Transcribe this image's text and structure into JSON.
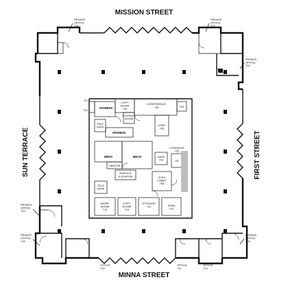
{
  "streets": {
    "top": "MISSION STREET",
    "bottom": "MINNA STREET",
    "left": "SUN TERRACE",
    "right": "FIRST STREET"
  },
  "rooms": {
    "private_office_724": [
      "PRIVATE",
      "OFFICE",
      "724"
    ],
    "private_office_701": [
      "PRIVATE",
      "OFFICE",
      "701"
    ],
    "private_office_702": [
      "PRIVATE",
      "OFFICE",
      "702"
    ],
    "private_office_720": [
      "PRIVATE",
      "OFFICE",
      "720"
    ],
    "private_office_718": [
      "PRIVATE",
      "OFFICE",
      "718"
    ],
    "private_office_709": [
      "PRIVATE",
      "OFFICE",
      "709"
    ],
    "office_715": [
      "OFFICE",
      "715"
    ],
    "office_711": [
      "OFFICE",
      "711"
    ],
    "office_710": [
      "OFFICE",
      "710"
    ],
    "womens": "WOMENS",
    "womens_2": "WOMENS",
    "copy_room_726": [
      "COPY",
      "ROOM",
      "726"
    ],
    "conference_728": [
      "CONFERENCE",
      "728"
    ],
    "storage_room_725": [
      "STORAGE",
      "ROOM"
    ],
    "tele_data_1": [
      "TELE",
      "DATA"
    ],
    "tele_data_2": [
      "TELE",
      "DATA"
    ],
    "mens": "MENS",
    "mech": "MECH",
    "janitor": "JANITOR",
    "conf_703": [
      "CONF",
      "703"
    ],
    "corridor_702": [
      "CORRIDOR",
      "702"
    ],
    "data_704": [
      "DATA",
      "704"
    ],
    "service_elevator": [
      "SERVICE",
      "ELEVATOR"
    ],
    "elev_lobby_708": [
      "ELEV",
      "LOBBY",
      "708"
    ],
    "work_room_716": [
      "WORK",
      "ROOM",
      "716"
    ],
    "copy_room_714": [
      "COPY",
      "ROOM",
      "714"
    ],
    "storage_713": [
      "STORAGE",
      "713"
    ],
    "zona_712": [
      "ZONA",
      "712"
    ],
    "room_706": "706",
    "room_707": "707",
    "room_727": "727",
    "room_705": "705"
  }
}
